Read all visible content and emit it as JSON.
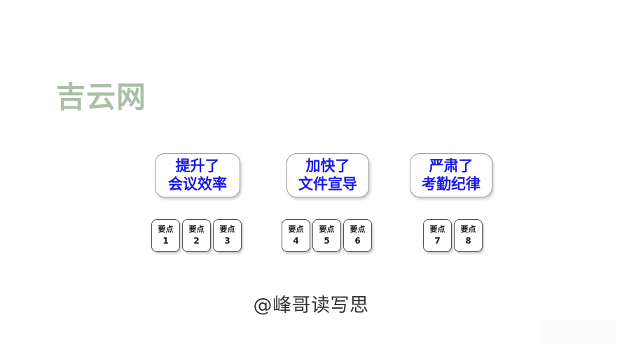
{
  "slide": {
    "background_color": "#ffffff",
    "watermark": {
      "text": "吉云网",
      "color": "#aabfa5"
    },
    "signature": {
      "text": "@峰哥读写思",
      "color": "#323232"
    },
    "accent_color": "#1a1ae6",
    "headline_border_color": "#9a9a9a",
    "point_border_color": "#4f4f4f",
    "groups": [
      {
        "headline": {
          "line1": "提升了",
          "line2": "会议效率"
        },
        "points": [
          {
            "label": "要点",
            "number": "1"
          },
          {
            "label": "要点",
            "number": "2"
          },
          {
            "label": "要点",
            "number": "3"
          }
        ]
      },
      {
        "headline": {
          "line1": "加快了",
          "line2": "文件宣导"
        },
        "points": [
          {
            "label": "要点",
            "number": "4"
          },
          {
            "label": "要点",
            "number": "5"
          },
          {
            "label": "要点",
            "number": "6"
          }
        ]
      },
      {
        "headline": {
          "line1": "严肃了",
          "line2": "考勤纪律"
        },
        "points": [
          {
            "label": "要点",
            "number": "7"
          },
          {
            "label": "要点",
            "number": "8"
          }
        ]
      }
    ]
  }
}
